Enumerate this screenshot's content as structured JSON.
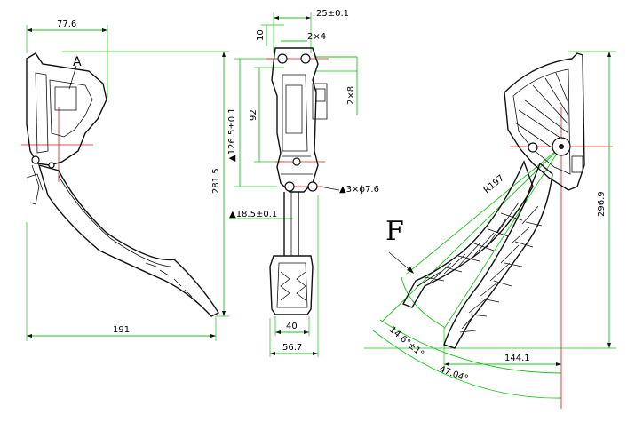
{
  "labels": {
    "detail_a": "A",
    "force_f": "F"
  },
  "dimensions": {
    "side_width": "77.6",
    "side_length": "191",
    "side_height": "281.5",
    "front_top_width": "25±0.1",
    "front_top_left": "10",
    "front_holes_top": "2×4",
    "front_holes_side": "2×8",
    "front_center_height": "92",
    "front_mount_height": "▲126.5±0.1",
    "front_holes_main": "▲3×ϕ7.6",
    "front_pedal_offset": "▲18.5±0.1",
    "front_pad_width": "40",
    "front_overall_width": "56.7",
    "right_radius": "R197",
    "right_height": "296.9",
    "right_length": "144.1",
    "right_angle_small": "14.6°±1°",
    "right_angle_large": "47.04°"
  },
  "colors": {
    "dimension_line": "#19c419",
    "center_line": "#e01818",
    "outline": "#111111"
  }
}
